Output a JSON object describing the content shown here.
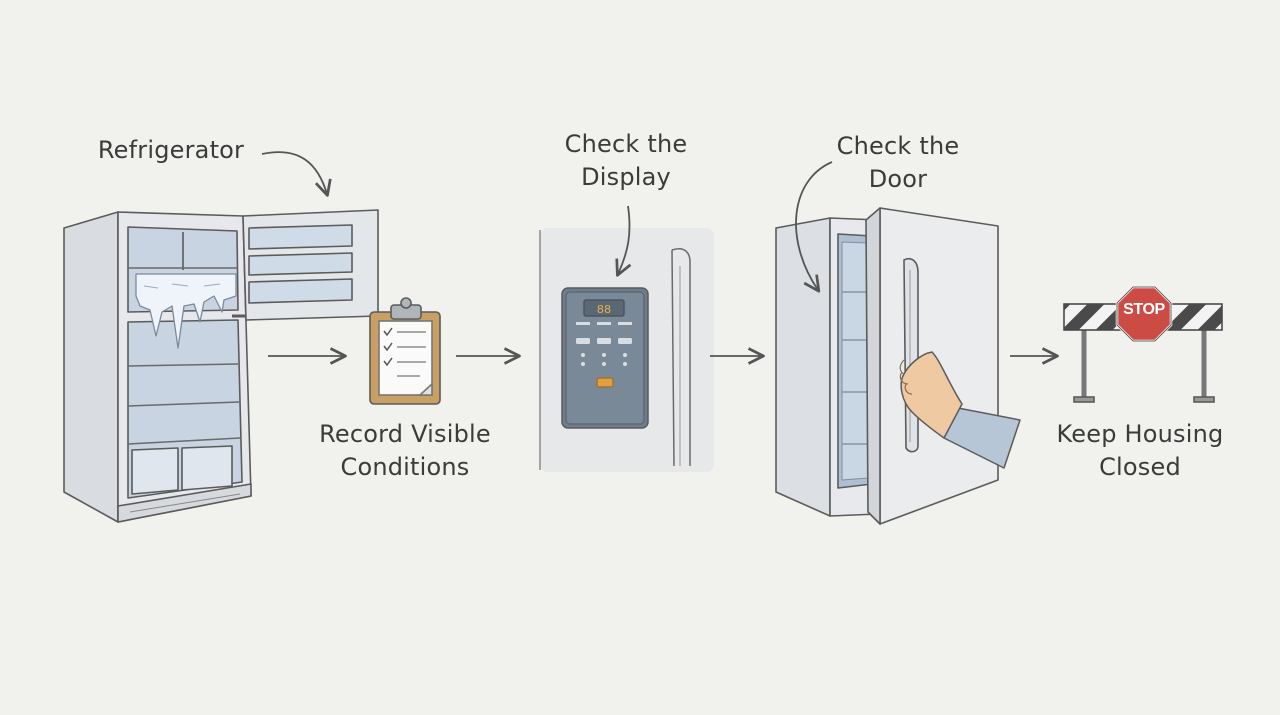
{
  "steps": [
    {
      "id": "refrigerator",
      "lines": [
        "Refrigerator"
      ]
    },
    {
      "id": "record",
      "lines": [
        "Record Visible",
        "Conditions"
      ]
    },
    {
      "id": "display",
      "lines": [
        "Check the",
        "Display"
      ]
    },
    {
      "id": "door",
      "lines": [
        "Check the",
        "Door"
      ]
    },
    {
      "id": "housing",
      "lines": [
        "Keep Housing",
        "Closed"
      ]
    }
  ],
  "stop_sign": {
    "text": "STOP"
  },
  "colors": {
    "background": "#f1f1ed",
    "line": "#555555",
    "fridge_body": "#e3e5e8",
    "interior": "#c9d5e2",
    "ice": "#e9f1f8",
    "clipboard": "#c9a063",
    "panel": "#6e7d8c",
    "panel_button": "#e0a040",
    "stop_red": "#cc4b45",
    "skin": "#efc9a2",
    "sleeve": "#b7c6d6"
  },
  "icons": [
    "refrigerator-icon",
    "clipboard-icon",
    "control-panel-icon",
    "fridge-door-icon",
    "hand-icon",
    "stop-barrier-icon",
    "arrow-icon"
  ]
}
